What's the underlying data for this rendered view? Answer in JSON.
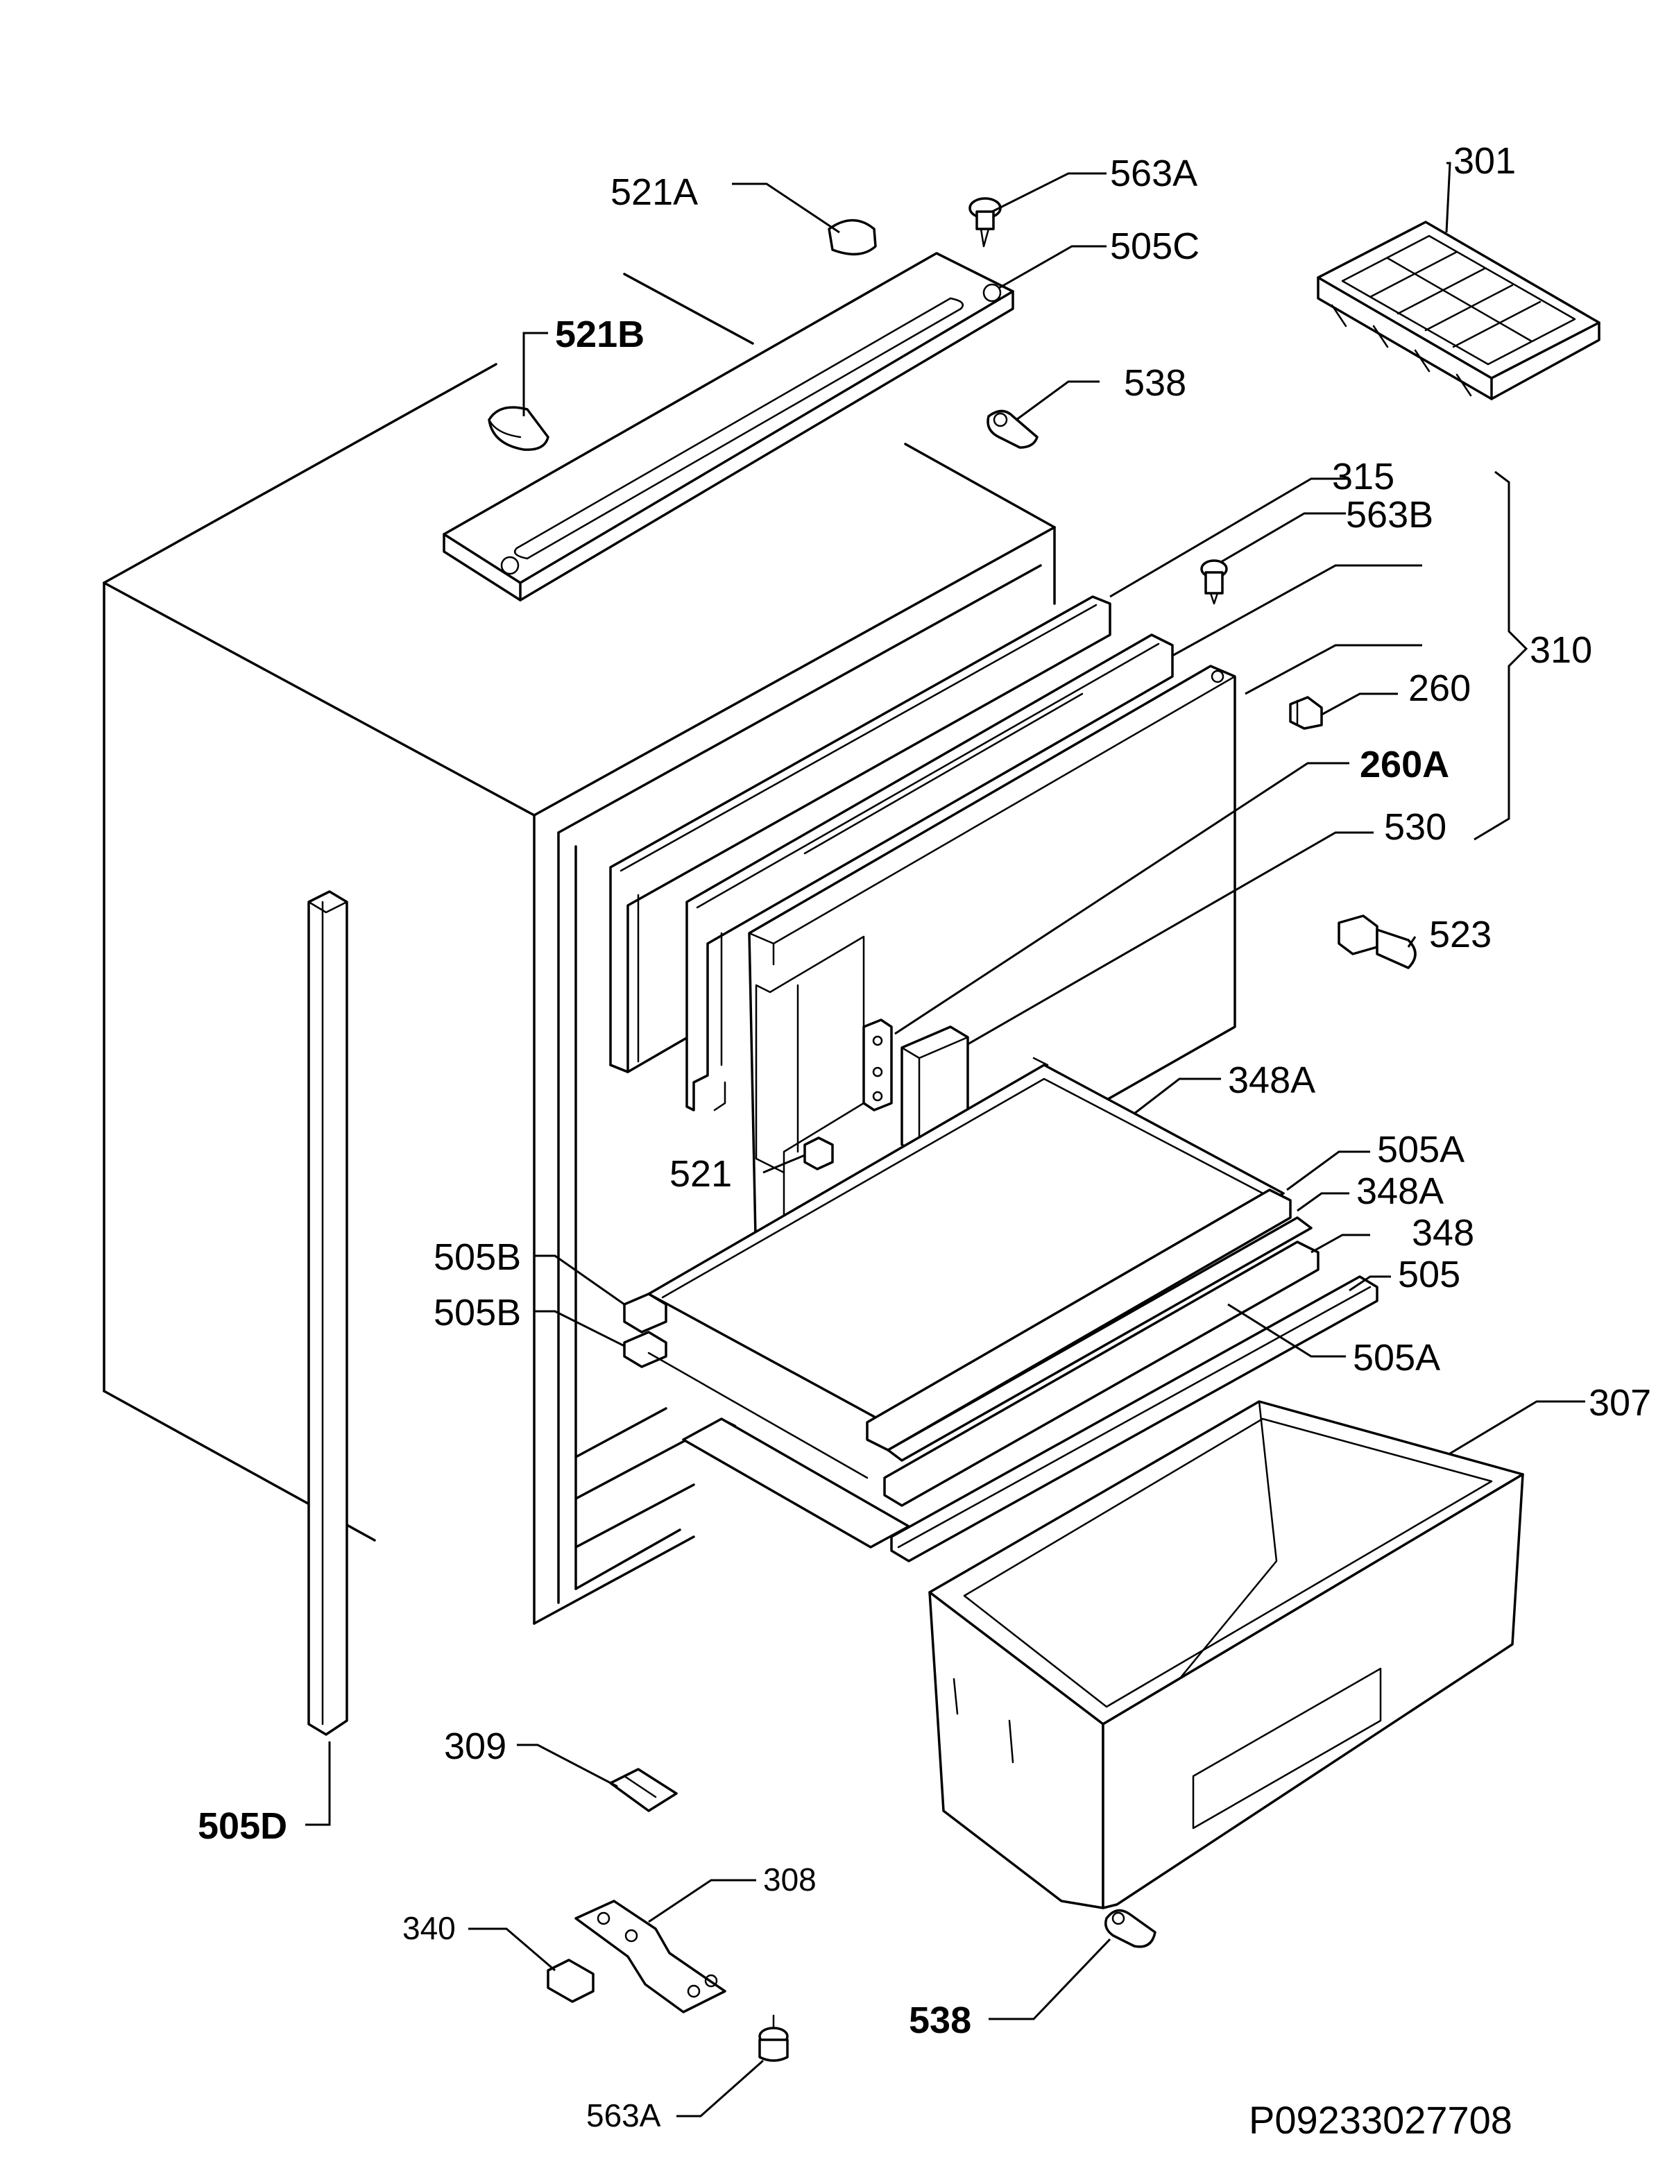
{
  "callouts": {
    "c301": "301",
    "c521A": "521A",
    "c563A_top": "563A",
    "c505C": "505C",
    "c521B": "521B",
    "c538_top": "538",
    "c315": "315",
    "c563B": "563B",
    "c310": "310",
    "c260": "260",
    "c260A": "260A",
    "c530": "530",
    "c523": "523",
    "c348A_top": "348A",
    "c521": "521",
    "c505A_top": "505A",
    "c348A_mid": "348A",
    "c348": "348",
    "c505B_1": "505B",
    "c505": "505",
    "c505B_2": "505B",
    "c505A_bot": "505A",
    "c307": "307",
    "c309": "309",
    "c505D": "505D",
    "c308": "308",
    "c340": "340",
    "c538_bot": "538",
    "c563A_bot": "563A"
  },
  "diagram_code": "P09233027708"
}
